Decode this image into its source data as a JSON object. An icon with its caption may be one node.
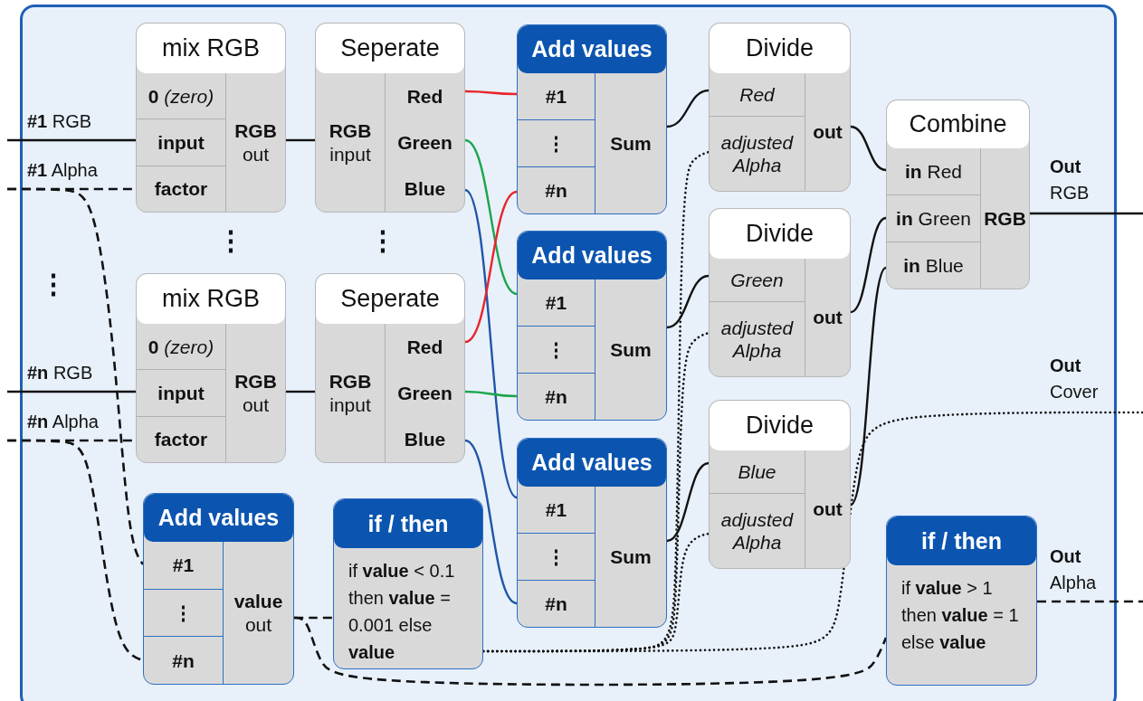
{
  "diagram": {
    "nodes": [
      {
        "text": [
          "mix RGB",
          "**0** *(zero)*",
          "input",
          "factor",
          "**RGB** out"
        ]
      },
      {
        "text": [
          "Seperate",
          "**RGB** input",
          "Red",
          "Green",
          "Blue"
        ]
      },
      {
        "text": [
          "Add values",
          "#1",
          "⋮",
          "#n",
          "Sum"
        ]
      },
      {
        "text": [
          "Divide",
          "Red",
          "adjusted Alpha",
          "out"
        ]
      },
      {
        "text": [
          "Combine",
          "**in** Red",
          "**in** Green",
          "**in** Blue",
          "RGB"
        ]
      },
      {
        "text": [
          "mix RGB",
          "**0** *(zero)*",
          "input",
          "factor",
          "**RGB** out"
        ]
      },
      {
        "text": [
          "Seperate",
          "**RGB** input",
          "Red",
          "Green",
          "Blue"
        ]
      },
      {
        "text": [
          "Add values",
          "#1",
          "⋮",
          "#n",
          "Sum"
        ]
      },
      {
        "text": [
          "Divide",
          "Green",
          "adjusted Alpha",
          "out"
        ]
      },
      {
        "text": [
          "Add values",
          "#1",
          "⋮",
          "#n",
          "Sum"
        ]
      },
      {
        "text": [
          "Divide",
          "Blue",
          "adjusted Alpha",
          "out"
        ]
      },
      {
        "text": [
          "Add values",
          "#1",
          "⋮",
          "#n",
          "**value** out"
        ]
      },
      {
        "text": [
          "if / then",
          "if **value** < 0.1 then **value** = 0.001 else **value**"
        ]
      },
      {
        "text": [
          "if / then",
          "if **value** > 1 then **value** = 1 else **value**"
        ]
      }
    ],
    "edges": [
      {
        "from": null,
        "to": 0,
        "arrow": "none",
        "label": "**#1** RGB"
      },
      {
        "from": null,
        "to": 0,
        "arrow": "none",
        "label": "**#1** Alpha",
        "style": "dashed"
      },
      {
        "from": null,
        "to": 11,
        "arrow": "none",
        "style": "dashed"
      },
      {
        "from": null,
        "to": 5,
        "arrow": "none",
        "label": "**#n** RGB"
      },
      {
        "from": null,
        "to": 5,
        "arrow": "none",
        "label": "**#n** Alpha",
        "style": "dashed"
      },
      {
        "from": null,
        "to": 11,
        "arrow": "none",
        "style": "dashed"
      },
      {
        "from": 0,
        "to": 1,
        "arrow": "none"
      },
      {
        "from": 5,
        "to": 6,
        "arrow": "none"
      },
      {
        "from": 1,
        "to": 2,
        "arrow": "none",
        "color": "#e8262b"
      },
      {
        "from": 1,
        "to": 7,
        "arrow": "none",
        "color": "#1aa64a"
      },
      {
        "from": 1,
        "to": 9,
        "arrow": "none",
        "color": "#1f56a8"
      },
      {
        "from": 6,
        "to": 2,
        "arrow": "none",
        "color": "#e8262b"
      },
      {
        "from": 6,
        "to": 7,
        "arrow": "none",
        "color": "#1aa64a"
      },
      {
        "from": 6,
        "to": 9,
        "arrow": "none",
        "color": "#1f56a8"
      },
      {
        "from": 2,
        "to": 3,
        "arrow": "none"
      },
      {
        "from": 7,
        "to": 8,
        "arrow": "none"
      },
      {
        "from": 9,
        "to": 10,
        "arrow": "none"
      },
      {
        "from": 3,
        "to": 4,
        "arrow": "none"
      },
      {
        "from": 8,
        "to": 4,
        "arrow": "none"
      },
      {
        "from": 10,
        "to": 4,
        "arrow": "none"
      },
      {
        "from": 4,
        "to": null,
        "arrow": "none",
        "label": "**Out** RGB"
      },
      {
        "from": 11,
        "to": 12,
        "arrow": "none",
        "style": "dashed"
      },
      {
        "from": 11,
        "to": 13,
        "arrow": "none",
        "style": "dashed"
      },
      {
        "from": 12,
        "to": 3,
        "arrow": "none",
        "style": "dashed"
      },
      {
        "from": 12,
        "to": 8,
        "arrow": "none",
        "style": "dashed"
      },
      {
        "from": 12,
        "to": 10,
        "arrow": "none",
        "style": "dashed"
      },
      {
        "from": 12,
        "to": null,
        "arrow": "none",
        "label": "**Out** Cover",
        "style": "dashed"
      },
      {
        "from": 13,
        "to": null,
        "arrow": "none",
        "label": "**Out** Alpha",
        "style": "dashed"
      }
    ],
    "labels": [
      "⋮",
      "⋮",
      "⋮"
    ]
  }
}
